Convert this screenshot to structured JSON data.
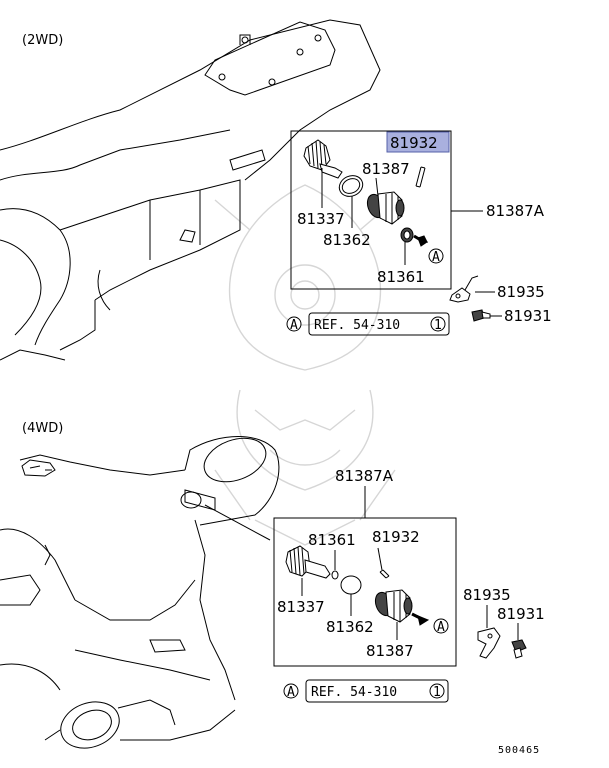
{
  "sections": {
    "top_label": "(2WD)",
    "bottom_label": "(4WD)"
  },
  "top": {
    "highlighted": "81932",
    "p81387": "81387",
    "p81337": "81337",
    "p81362": "81362",
    "p81361": "81361",
    "assembly": "81387A",
    "p81935": "81935",
    "p81931": "81931",
    "circle_marker": "A",
    "ref_text": "REF. 54-310",
    "ref_number": "1"
  },
  "bottom": {
    "assembly": "81387A",
    "p81361": "81361",
    "p81932": "81932",
    "p81337": "81337",
    "p81362": "81362",
    "p81387": "81387",
    "p81935": "81935",
    "p81931": "81931",
    "circle_marker": "A",
    "ref_text": "REF. 54-310",
    "ref_number": "1"
  },
  "figure_number": "500465",
  "colors": {
    "highlight_fill": "#a9b0de",
    "watermark": "#d6d6d6",
    "ink": "#000000"
  }
}
